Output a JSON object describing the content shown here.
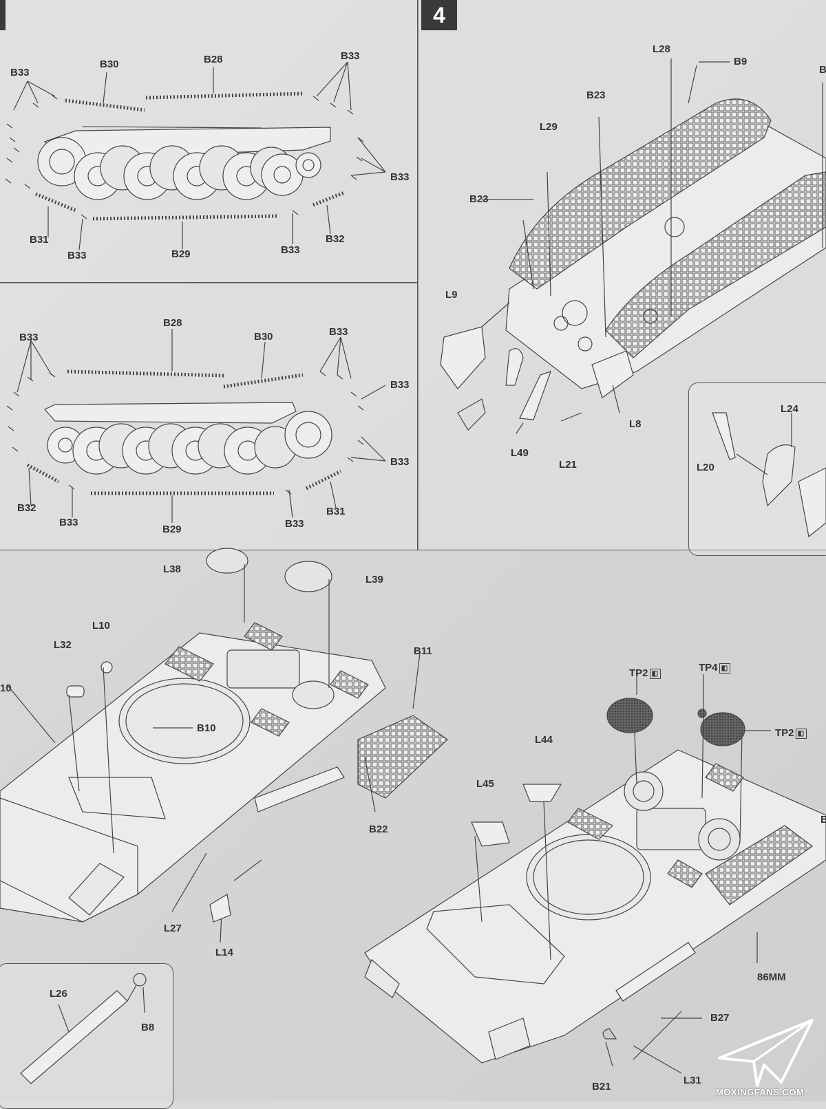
{
  "step_number": "4",
  "panel_a_labels": [
    "B33",
    "B30",
    "B28",
    "B33",
    "B33",
    "B31",
    "B33",
    "B29",
    "B33",
    "B32"
  ],
  "panel_b_labels": [
    "B33",
    "B28",
    "B30",
    "B33",
    "B33",
    "B33",
    "B32",
    "B33",
    "B29",
    "B33",
    "B31"
  ],
  "panel_c_labels": [
    "L28",
    "B9",
    "B",
    "B23",
    "L29",
    "B23",
    "L9",
    "L8",
    "L49",
    "L21",
    "L24",
    "L20"
  ],
  "panel_d_labels": [
    "L38",
    "L39",
    "L10",
    "L32",
    "10",
    "B10",
    "B11",
    "B22",
    "L27",
    "L14"
  ],
  "panel_e_labels": [
    "L26",
    "B8"
  ],
  "panel_f_labels": [
    "TP2",
    "TP4",
    "TP2",
    "L44",
    "L45",
    "B",
    "86MM",
    "B27",
    "B21",
    "L31"
  ],
  "watermark": "MOXINGFANS.COM"
}
